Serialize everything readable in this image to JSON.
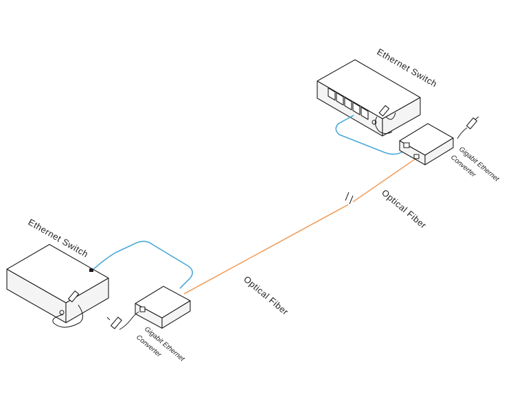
{
  "colors": {
    "fiber": "#f0a060",
    "ethernet_cable": "#4aa8d8",
    "outline": "#1a1a1a"
  },
  "labels": {
    "switch_top": "Ethernet Switch",
    "switch_bottom": "Ethernet Switch",
    "converter_top_line1": "Gigabit Ethernet",
    "converter_top_line2": "Converter",
    "converter_bottom_line1": "Gigabit Ethernet",
    "converter_bottom_line2": "Converter",
    "fiber_right": "Optical Fiber",
    "fiber_left": "Optical Fiber"
  },
  "icons": {
    "fiber_break": "double-slash-break-icon",
    "power_plug": "power-plug-icon"
  }
}
